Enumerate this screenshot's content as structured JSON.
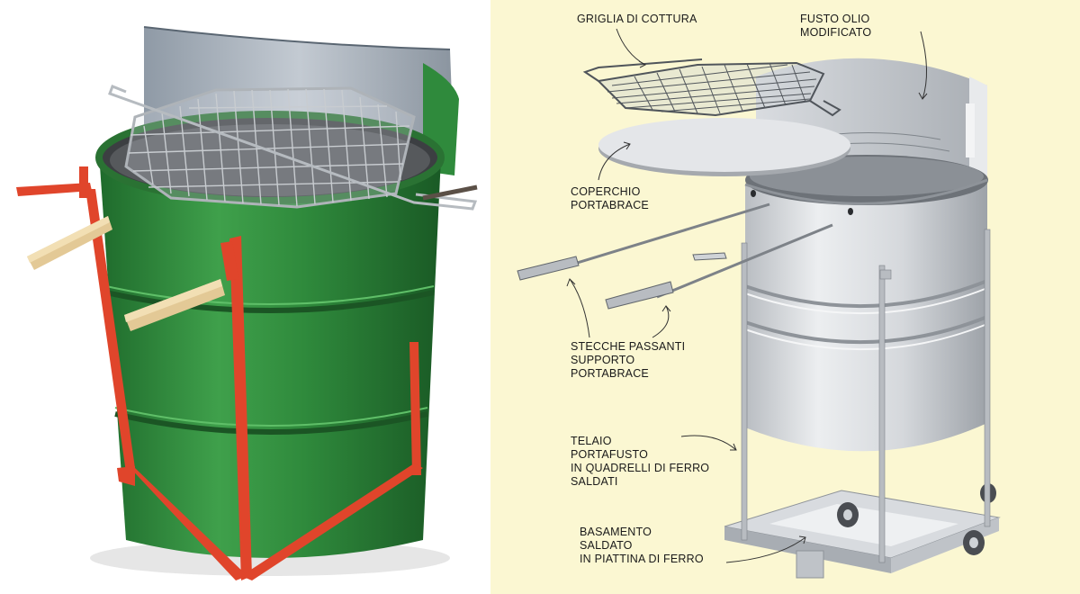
{
  "labels": {
    "grill": "GRIGLIA DI COTTURA",
    "drum": "FUSTO OLIO\nMODIFICATO",
    "cover": "COPERCHIO\nPORTABRACE",
    "rods": "STECCHE PASSANTI\nSUPPORTO\nPORTABRACE",
    "frame": "TELAIO\nPORTAFUSTO\nIN QUADRELLI DI FERRO\nSALDATI",
    "base": "BASAMENTO\nSALDATO\nIN PIATTINA DI FERRO"
  },
  "colors": {
    "drum_green": "#2f8a3c",
    "frame_red": "#e0452b",
    "diagram_bg": "#fbf7d2",
    "metal": "#c9cccf"
  }
}
